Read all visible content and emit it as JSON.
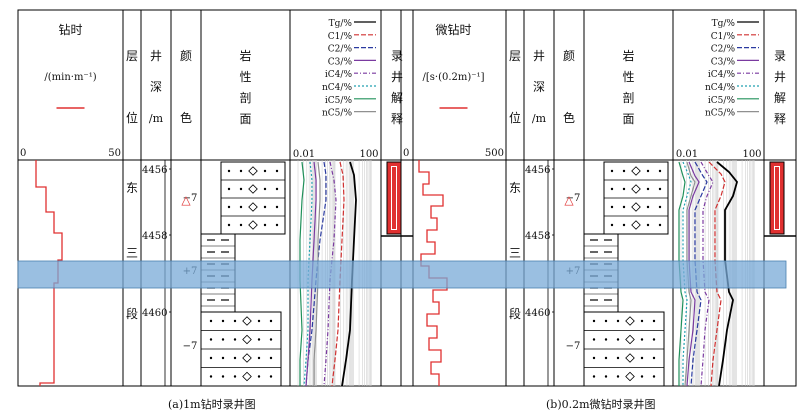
{
  "captions": {
    "a": "(a)1m钻时录井图",
    "b": "(b)0.2m微钻时录井图"
  },
  "panel_a": {
    "time_title": "钻时",
    "time_unit": "/(min·m⁻¹)",
    "scale_min": "0",
    "scale_max": "50"
  },
  "panel_b": {
    "time_title": "微钻时",
    "time_unit": "/[s·(0.2m)⁻¹]",
    "scale_min": "0",
    "scale_max": "500"
  },
  "columns": {
    "layer": [
      "层",
      "位"
    ],
    "depth": [
      "井",
      "深",
      "/m"
    ],
    "color": [
      "颜",
      "色"
    ],
    "lithology": [
      "岩",
      "性",
      "剖",
      "面"
    ],
    "interpretation": [
      "录",
      "井",
      "解",
      "释"
    ]
  },
  "gas_legend": [
    {
      "label": "Tg/%",
      "color": "#000000",
      "dash": ""
    },
    {
      "label": "C1/%",
      "color": "#d03030",
      "dash": "5,2"
    },
    {
      "label": "C2/%",
      "color": "#2a3aa0",
      "dash": "5,2"
    },
    {
      "label": "C3/%",
      "color": "#7a3aa0",
      "dash": ""
    },
    {
      "label": "iC4/%",
      "color": "#7a3aa0",
      "dash": "4,2,1,2"
    },
    {
      "label": "nC4/%",
      "color": "#20a0b0",
      "dash": "2,2"
    },
    {
      "label": "iC5/%",
      "color": "#20905a",
      "dash": ""
    },
    {
      "label": "nC5/%",
      "color": "#909090",
      "dash": ""
    }
  ],
  "gas_scale": {
    "min": "0.01",
    "max": "100"
  },
  "formation": [
    "东",
    "三",
    "段"
  ],
  "depth_ticks": [
    "4456",
    "4458",
    "4460"
  ],
  "color_codes": [
    "−7",
    "+7",
    "−7"
  ],
  "marker_symbol": "△"
}
